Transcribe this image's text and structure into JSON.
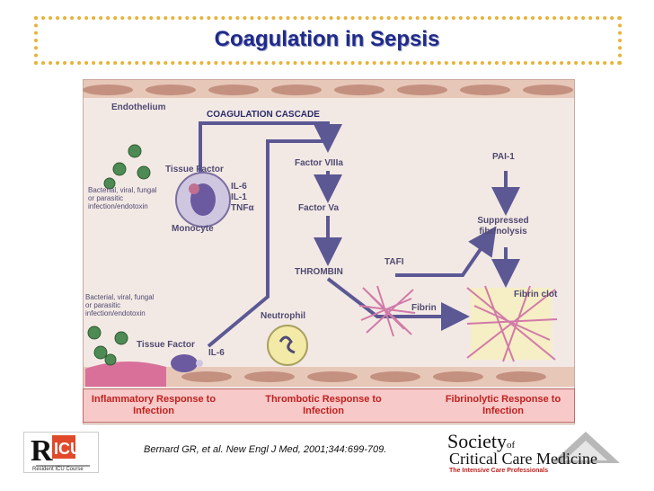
{
  "title": "Coagulation in Sepsis",
  "labels": {
    "endothelium": "Endothelium",
    "cascade": "COAGULATION CASCADE",
    "tissue_factor_top": "Tissue Factor",
    "infection_top": "Bacterial, viral, fungal or parasitic infection/endotoxin",
    "monocyte": "Monocyte",
    "il6": "IL-6",
    "il1": "IL-1",
    "tnf": "TNFα",
    "factor_viiia": "Factor VIIIa",
    "factor_va": "Factor Va",
    "thrombin": "THROMBIN",
    "tafi": "TAFI",
    "pai1": "PAI-1",
    "suppressed": "Suppressed fibrinolysis",
    "fibrin_clot": "Fibrin clot",
    "fibrin": "Fibrin",
    "infection_bottom": "Bacterial, viral, fungal or parasitic infection/endotoxin",
    "neutrophil": "Neutrophil",
    "tissue_factor_bottom": "Tissue Factor",
    "il6_bottom": "IL-6"
  },
  "responses": {
    "inflammatory": "Inflammatory Response to Infection",
    "thrombotic": "Thrombotic Response to Infection",
    "fibrinolytic": "Fibrinolytic Response to Infection"
  },
  "footer": {
    "citation": "Bernard GR, et al. New Engl J Med, 2001;344:699-709.",
    "logo_left_text": "Resident ICU Course",
    "logo_right_society": "Society",
    "logo_right_of": "of",
    "logo_right_name": "Critical Care Medicine",
    "logo_right_tagline": "The Intensive Care Professionals"
  },
  "colors": {
    "title": "#1f2a8a",
    "arrow": "#5b5894",
    "label": "#4f4a72",
    "response": "#c0211e",
    "frame": "#e8b23a",
    "cell": "#b0607a"
  }
}
